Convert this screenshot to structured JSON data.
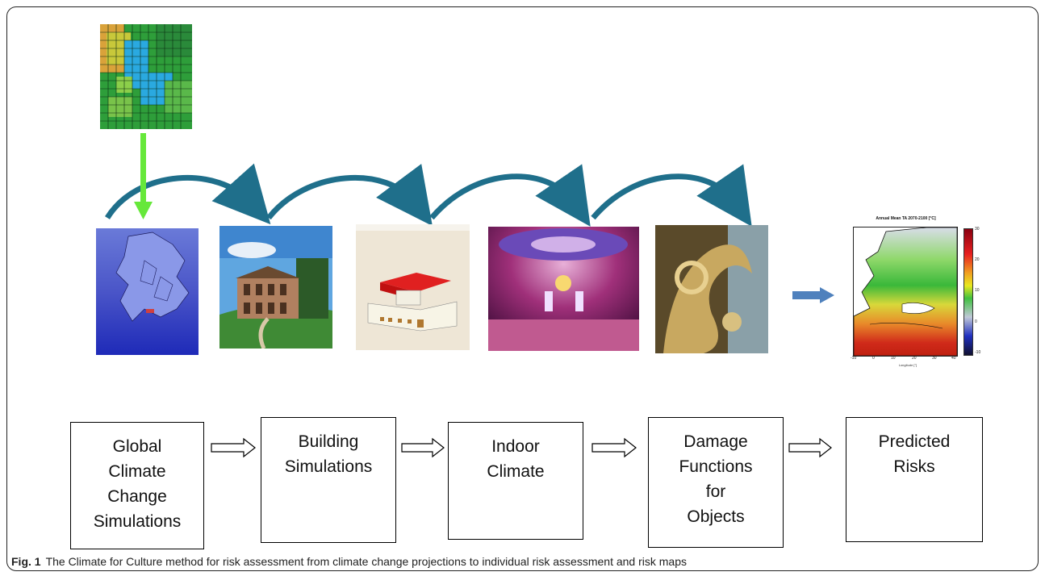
{
  "figure": {
    "caption_label": "Fig. 1",
    "caption_text": "The Climate for Culture method for risk assessment from climate change projections to individual risk assessment and risk maps"
  },
  "flow_boxes": [
    {
      "label": "Global\nClimate\nChange\nSimulations"
    },
    {
      "label": "Building\nSimulations"
    },
    {
      "label": "Indoor\nClimate"
    },
    {
      "label": "Damage\nFunctions\nfor\nObjects"
    },
    {
      "label": "Predicted\nRisks"
    }
  ],
  "risk_map": {
    "title": "Annual Mean TA 2070-2100 [°C]",
    "xlabel": "Longitude [°]",
    "x_ticks": [
      "-10",
      "0",
      "10",
      "20",
      "30",
      "40"
    ],
    "colorbar_ticks": [
      "30",
      "20",
      "10",
      "0",
      "-10"
    ]
  },
  "colors": {
    "curve_arrow": "#1f6f8b",
    "down_arrow": "#66e83a",
    "block_arrow": "#4f81bd",
    "box_border": "#000000"
  }
}
